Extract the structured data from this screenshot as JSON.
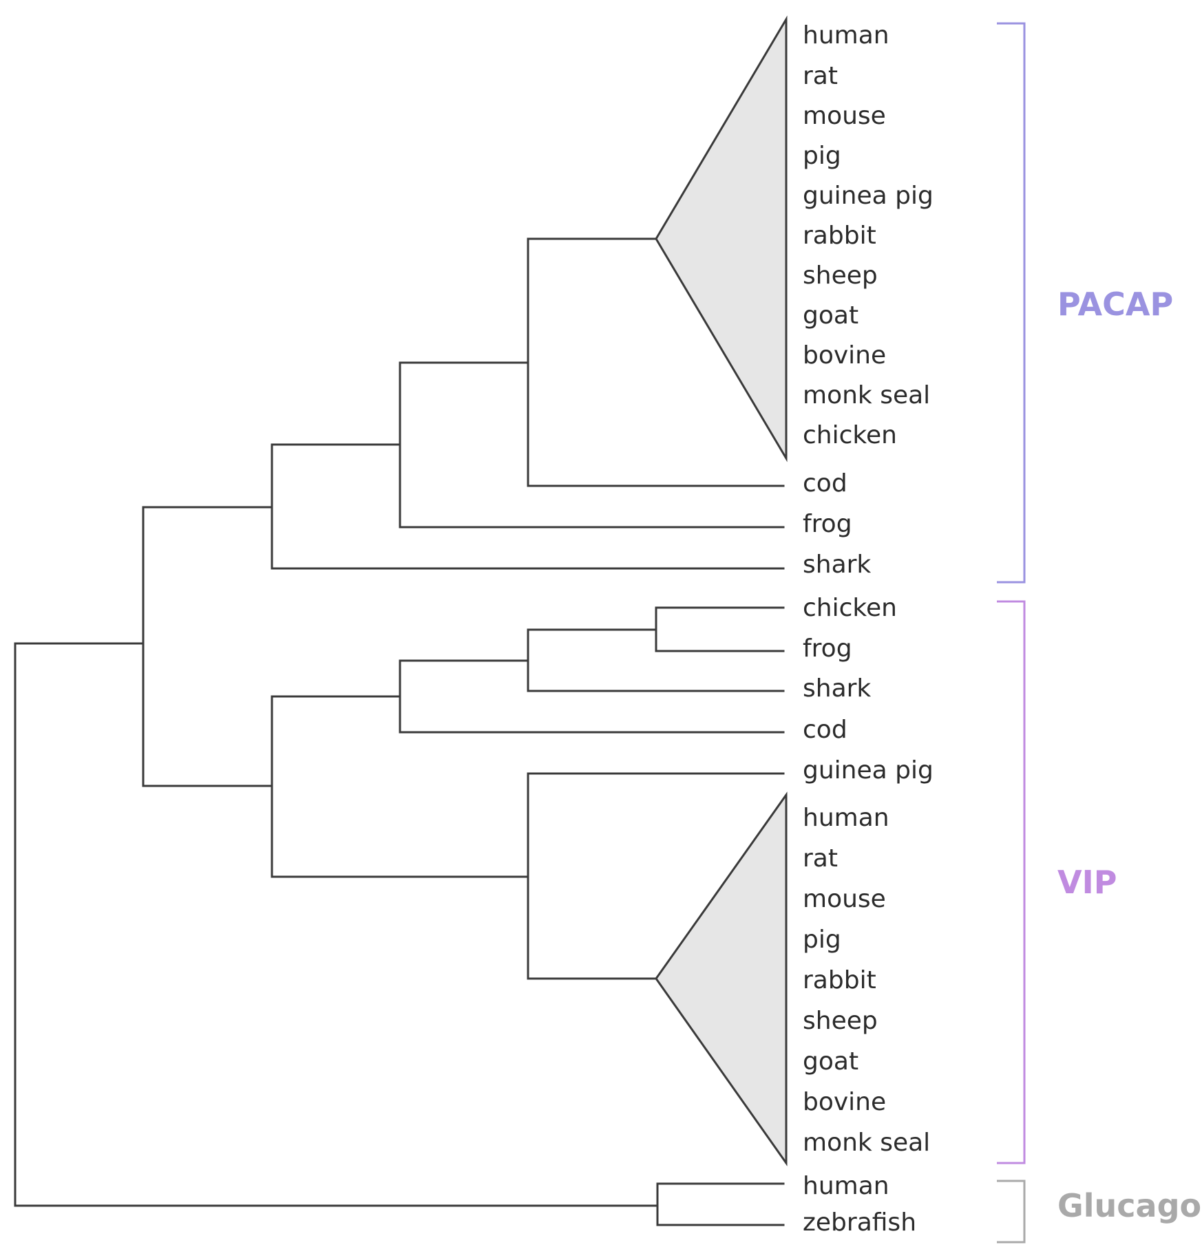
{
  "colors": {
    "pacap": "#9a92e0",
    "vip": "#c08be0",
    "glucagon": "#a9a9a9",
    "line": "#3a3a3a",
    "clade_fill": "#e6e6e6"
  },
  "groups": {
    "pacap": {
      "label": "PACAP",
      "collapsed_clade": [
        "human",
        "rat",
        "mouse",
        "pig",
        "guinea pig",
        "rabbit",
        "sheep",
        "goat",
        "bovine",
        "monk seal",
        "chicken"
      ],
      "singles": [
        "cod",
        "frog",
        "shark"
      ]
    },
    "vip": {
      "label": "VIP",
      "singles": [
        "chicken",
        "frog",
        "shark",
        "cod",
        "guinea pig"
      ],
      "collapsed_clade": [
        "human",
        "rat",
        "mouse",
        "pig",
        "rabbit",
        "sheep",
        "goat",
        "bovine",
        "monk seal"
      ]
    },
    "glucagon": {
      "label": "Glucagon",
      "singles": [
        "human",
        "zebrafish"
      ]
    }
  }
}
